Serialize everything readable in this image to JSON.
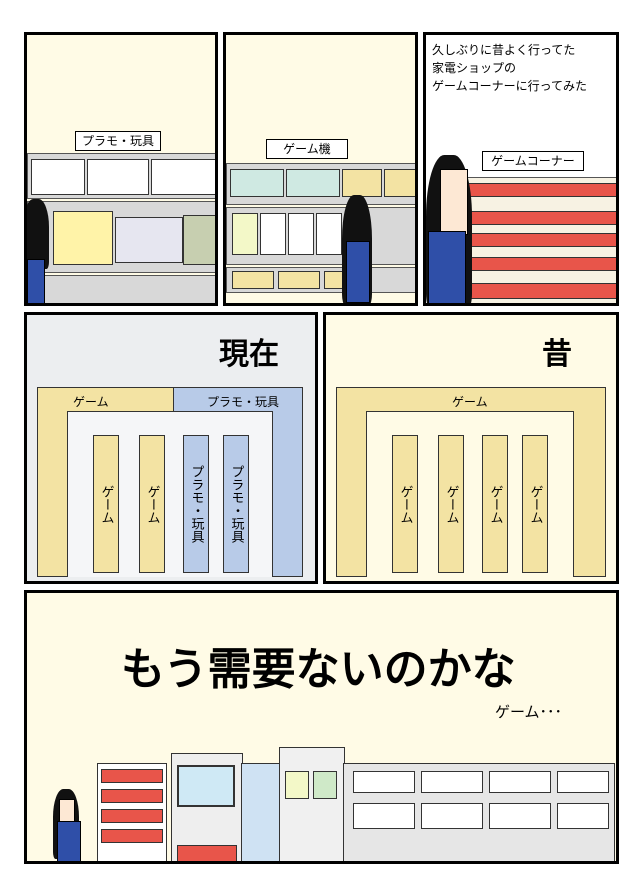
{
  "panel1": {
    "sign": "プラモ・玩具"
  },
  "panel2": {
    "sign": "ゲーム機"
  },
  "panel3": {
    "narration": [
      "久しぶりに昔よく行ってた",
      "家電ショップの",
      "ゲームコーナーに行ってみた"
    ],
    "sign": "ゲームコーナー"
  },
  "panel4": {
    "title": "現在",
    "label_game": "ゲーム",
    "label_toys": "プラモ・玩具",
    "columns": [
      "ゲーム",
      "ゲーム",
      "プラモ・玩具",
      "プラモ・玩具"
    ]
  },
  "panel5": {
    "title": "昔",
    "label_game": "ゲーム",
    "columns": [
      "ゲーム",
      "ゲーム",
      "ゲーム",
      "ゲーム"
    ]
  },
  "panel6": {
    "headline": "もう需要ないのかな",
    "sub": "ゲーム･･･"
  },
  "colors": {
    "cream": "#fffbe6",
    "yellow": "#f3e3a3",
    "blue": "#b8cbe8",
    "grey": "#eceef0",
    "jacket": "#2f4fa8"
  }
}
